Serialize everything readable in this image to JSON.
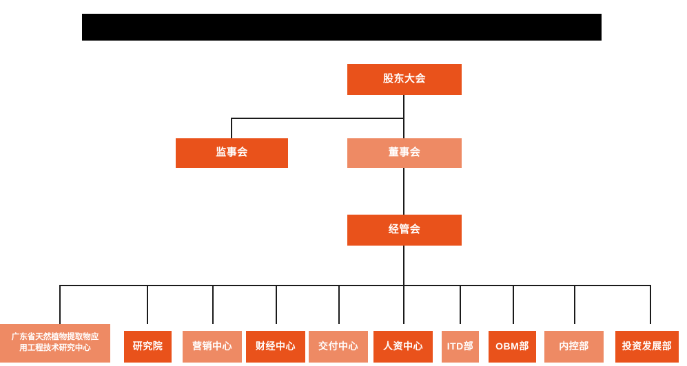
{
  "chart_data": {
    "type": "diagram",
    "title": "",
    "diagram_kind": "organizational-chart",
    "orientation": "top-down",
    "colors": {
      "primary_dark_orange": "#E9521B",
      "secondary_light_orange": "#EE8A64",
      "line": "#1A1A1A",
      "background": "#FFFFFF",
      "node_text": "#FFFFFF",
      "redaction": "#000000"
    },
    "nodes": [
      {
        "id": "n1",
        "label": "股东大会",
        "level": 1,
        "tone": "dark"
      },
      {
        "id": "n2",
        "label": "监事会",
        "level": 2,
        "tone": "dark"
      },
      {
        "id": "n3",
        "label": "董事会",
        "level": 2,
        "tone": "light"
      },
      {
        "id": "n4",
        "label": "经管会",
        "level": 3,
        "tone": "dark"
      },
      {
        "id": "d1",
        "label": "广东省天然植物提取物应用工程技术研究中心",
        "level": 4,
        "tone": "light"
      },
      {
        "id": "d2",
        "label": "研究院",
        "level": 4,
        "tone": "dark"
      },
      {
        "id": "d3",
        "label": "营销中心",
        "level": 4,
        "tone": "light"
      },
      {
        "id": "d4",
        "label": "财经中心",
        "level": 4,
        "tone": "dark"
      },
      {
        "id": "d5",
        "label": "交付中心",
        "level": 4,
        "tone": "light"
      },
      {
        "id": "d6",
        "label": "人资中心",
        "level": 4,
        "tone": "dark"
      },
      {
        "id": "d7",
        "label": "ITD部",
        "level": 4,
        "tone": "light"
      },
      {
        "id": "d8",
        "label": "OBM部",
        "level": 4,
        "tone": "dark"
      },
      {
        "id": "d9",
        "label": "内控部",
        "level": 4,
        "tone": "light"
      },
      {
        "id": "d10",
        "label": "投资发展部",
        "level": 4,
        "tone": "dark"
      }
    ],
    "edges": [
      {
        "from": "n1",
        "to": "n2"
      },
      {
        "from": "n1",
        "to": "n3"
      },
      {
        "from": "n3",
        "to": "n4"
      },
      {
        "from": "n4",
        "to": "d1"
      },
      {
        "from": "n4",
        "to": "d2"
      },
      {
        "from": "n4",
        "to": "d3"
      },
      {
        "from": "n4",
        "to": "d4"
      },
      {
        "from": "n4",
        "to": "d5"
      },
      {
        "from": "n4",
        "to": "d6"
      },
      {
        "from": "n4",
        "to": "d7"
      },
      {
        "from": "n4",
        "to": "d8"
      },
      {
        "from": "n4",
        "to": "d9"
      },
      {
        "from": "n4",
        "to": "d10"
      }
    ]
  },
  "banner": {
    "label": ""
  },
  "nodes": {
    "shareholders_meeting": "股东大会",
    "supervisory_board": "监事会",
    "board_of_directors": "董事会",
    "management_committee": "经管会"
  },
  "departments": [
    {
      "label_line1": "广东省天然植物提取物应",
      "label_line2": "用工程技术研究中心"
    },
    {
      "label": "研究院"
    },
    {
      "label": "营销中心"
    },
    {
      "label": "财经中心"
    },
    {
      "label": "交付中心"
    },
    {
      "label": "人资中心"
    },
    {
      "label": "ITD部"
    },
    {
      "label": "OBM部"
    },
    {
      "label": "内控部"
    },
    {
      "label": "投资发展部"
    }
  ]
}
